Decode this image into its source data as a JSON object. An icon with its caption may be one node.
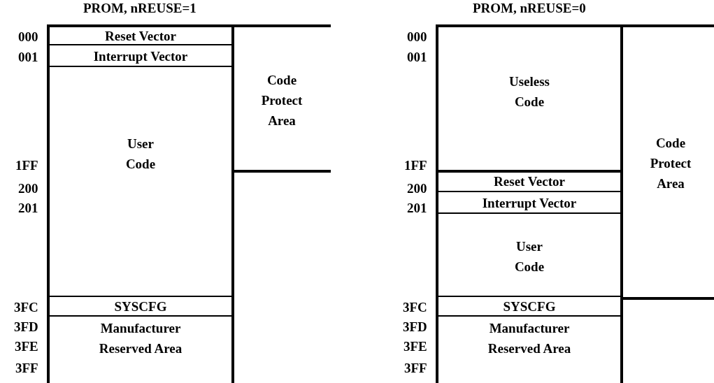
{
  "diagram": {
    "nodes": [
      {
        "text": [
          "Reset Vector"
        ]
      },
      {
        "text": [
          "Interrupt Vector"
        ]
      },
      {
        "text": [
          "User Code"
        ]
      },
      {
        "text": [
          "SYSCFG"
        ]
      },
      {
        "text": [
          "Manufacturer Reserved Area"
        ]
      },
      {
        "text": [
          "Code Protect Area"
        ]
      },
      {
        "text": [
          "Useless Code"
        ]
      },
      {
        "text": [
          "Reset Vector"
        ]
      },
      {
        "text": [
          "Interrupt Vector"
        ]
      },
      {
        "text": [
          "User Code"
        ]
      },
      {
        "text": [
          "SYSCFG"
        ]
      },
      {
        "text": [
          "Manufacturer Reserved Area"
        ]
      },
      {
        "text": [
          "Code Protect Area"
        ]
      }
    ],
    "labels": [
      "PROM, nREUSE=1",
      "000",
      "001",
      "1FF",
      "200",
      "201",
      "3FC",
      "3FD",
      "3FE",
      "3FF",
      "PROM, nREUSE=0",
      "000",
      "001",
      "1FF",
      "200",
      "201",
      "3FC",
      "3FD",
      "3FE",
      "3FF"
    ]
  }
}
